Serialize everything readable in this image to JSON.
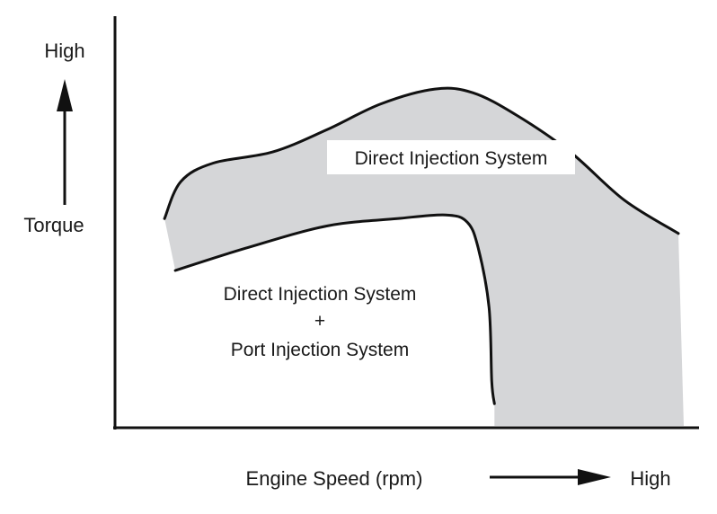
{
  "chart_data": {
    "type": "area",
    "title": "",
    "xlabel": "Engine Speed (rpm)",
    "ylabel": "Torque",
    "x_direction_label": "High",
    "y_direction_label": "High",
    "xlim": [
      0,
      100
    ],
    "ylim": [
      0,
      100
    ],
    "grid": false,
    "colors": {
      "region_fill": "#d5d6d8",
      "curve": "#111111",
      "axis": "#111111"
    },
    "series": [
      {
        "name": "Direct Injection System",
        "x": [
          5,
          8,
          14,
          25,
          35,
          45,
          55,
          62,
          70,
          80,
          90,
          100
        ],
        "values": [
          56,
          66,
          71,
          74,
          80,
          87,
          91,
          90,
          84,
          74,
          61,
          52
        ]
      },
      {
        "name": "Direct Injection System + Port Injection System",
        "x": [
          7,
          20,
          35,
          48,
          57,
          61,
          63,
          65,
          65.5,
          66
        ],
        "values": [
          42,
          48,
          54,
          56,
          57,
          55,
          48,
          32,
          12,
          6
        ]
      }
    ],
    "annotations": [
      {
        "name": "direct_only",
        "lines": [
          "Direct Injection System"
        ]
      },
      {
        "name": "combined",
        "lines": [
          "Direct Injection System",
          "+",
          "Port Injection System"
        ]
      }
    ]
  }
}
